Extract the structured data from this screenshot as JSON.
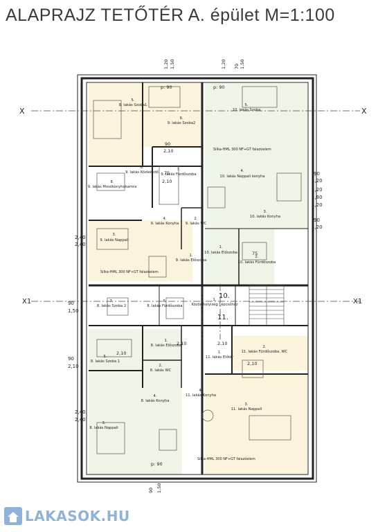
{
  "title": "ALAPRAJZ TETŐTÉR  A. épület M=1:100",
  "logo_text": "LAKASOK.HU",
  "colors": {
    "room_fill": "#fbf3dc",
    "room_fill_green": "#eef5e6",
    "wall": "#222222",
    "axis": "#444444"
  },
  "axes": {
    "x": "X",
    "x1": "X1",
    "n10": "10.",
    "n11": "11."
  },
  "dims": {
    "top": [
      "1,20",
      "1,50",
      "1,20",
      "70",
      "1,50"
    ],
    "top_p": "p: 90",
    "right": [
      "90",
      "1,20",
      "1,20",
      "1,80",
      "1,20",
      "90",
      "1,20"
    ],
    "left": [
      "2,40",
      "2,40",
      "90",
      "1,50",
      "90",
      "2,10",
      "2,40",
      "2,40"
    ],
    "bottom": [
      "p: 90",
      "90",
      "1,50"
    ],
    "inner": [
      "90",
      "2,10",
      "2,10",
      "75",
      "2,10",
      "2,10",
      "2,10",
      "75",
      "2,10"
    ]
  },
  "notes": {
    "f1": "Silka-HML 300 NF+GT falazóelem",
    "f2": "Silka-HML 300 NF+GT falazóelem",
    "f3": "Silka-HML 300 NF+GT falazóelem"
  },
  "rooms": [
    {
      "num": "5.",
      "title": "8. lakás Szoba1"
    },
    {
      "num": "9.",
      "title": "9. lakás Szoba2"
    },
    {
      "num": "6.",
      "title": "9. lakás Közlekedő"
    },
    {
      "num": "7.",
      "title": "9. lakás Fürdőszoba"
    },
    {
      "num": "8.",
      "title": "9. lakás Mosókonyhakamra"
    },
    {
      "num": "3.",
      "title": "9. lakás Nappali"
    },
    {
      "num": "4.",
      "title": "9. lakás Konyha"
    },
    {
      "num": "2.",
      "title": "9. lakás WC"
    },
    {
      "num": "1.",
      "title": "9. lakás Előszoba"
    },
    {
      "num": "5.",
      "title": "10. lakás Szoba"
    },
    {
      "num": "4.",
      "title": "10. lakás Nappali konyha"
    },
    {
      "num": "3.",
      "title": "10. lakás Konyha"
    },
    {
      "num": "1.",
      "title": "10. lakás Előszoba"
    },
    {
      "num": "2.",
      "title": "10. lakás Fürdőszoba"
    },
    {
      "num": "7.",
      "title": "8. lakás Szoba 2"
    },
    {
      "num": "6.",
      "title": "8. lakás Fürdőszoba"
    },
    {
      "num": "1.",
      "title": "Közös helyiség Lépcsőház"
    },
    {
      "num": "5.",
      "title": "8. lakás Szoba 1"
    },
    {
      "num": "1.",
      "title": "8. lakás Előszoba"
    },
    {
      "num": "2.",
      "title": "8. lakás WC"
    },
    {
      "num": "4.",
      "title": "8. lakás Konyha"
    },
    {
      "num": "3.",
      "title": "8. lakás Nappali"
    },
    {
      "num": "2.",
      "title": "11. lakás Fürdőszoba, WC"
    },
    {
      "num": "1.",
      "title": "11. lakás Előtér"
    },
    {
      "num": "4.",
      "title": "11. lakás Konyha"
    },
    {
      "num": "3.",
      "title": "11. lakás Nappali"
    }
  ]
}
